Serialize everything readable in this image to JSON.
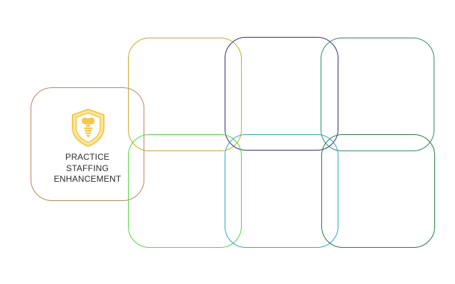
{
  "diagram": {
    "main_box": {
      "title_lines": [
        "PRACTICE",
        "STAFFING",
        "ENHANCEMENT"
      ],
      "icon": "dental-implant-shield-icon",
      "border_color": "#b8875a",
      "icon_color": "#f5c84b"
    },
    "boxes": [
      {
        "id": "top-1",
        "border_color": "#c9a82a"
      },
      {
        "id": "top-2",
        "border_color": "#2c2f7a"
      },
      {
        "id": "top-3",
        "border_color": "#2a8a6a"
      },
      {
        "id": "bot-1",
        "border_color": "#53d63c"
      },
      {
        "id": "bot-2",
        "border_color": "#2aa6c9"
      },
      {
        "id": "bot-3",
        "border_color": "#1f7a3a"
      }
    ]
  }
}
